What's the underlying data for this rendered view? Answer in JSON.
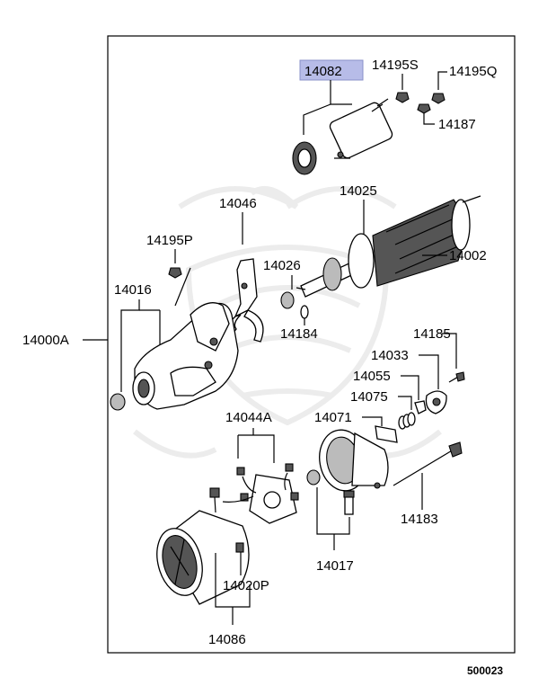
{
  "diagram": {
    "highlight_color": "#b7bce8",
    "highlighted_part": "14082",
    "parts": {
      "p14082": "14082",
      "p14195S": "14195S",
      "p14195Q": "14195Q",
      "p14187": "14187",
      "p14025": "14025",
      "p14046": "14046",
      "p14195P": "14195P",
      "p14026": "14026",
      "p14002": "14002",
      "p14016": "14016",
      "p14000A": "14000A",
      "p14184": "14184",
      "p14185": "14185",
      "p14033": "14033",
      "p14055": "14055",
      "p14075": "14075",
      "p14044A": "14044A",
      "p14071": "14071",
      "p14183": "14183",
      "p14017": "14017",
      "p14020P": "14020P",
      "p14086": "14086"
    },
    "figure_code": "500023"
  }
}
